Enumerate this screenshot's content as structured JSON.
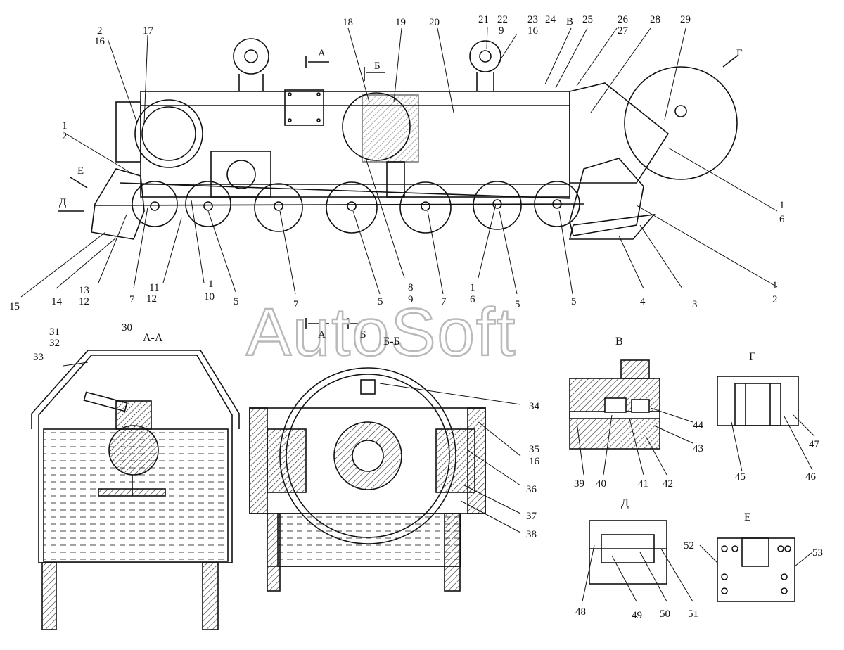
{
  "watermark": "AutoSoft",
  "views": {
    "aa": "А-А",
    "bb": "Б-Б",
    "v": "В",
    "g": "Г",
    "d": "Д",
    "e": "Е"
  },
  "section_marks": {
    "a": "А",
    "b": "Б",
    "v": "В",
    "g": "Г",
    "d": "Д",
    "e": "Е"
  },
  "callouts": [
    "1",
    "2",
    "3",
    "4",
    "5",
    "6",
    "7",
    "8",
    "9",
    "10",
    "11",
    "12",
    "13",
    "14",
    "15",
    "16",
    "17",
    "18",
    "19",
    "20",
    "21",
    "22",
    "23",
    "24",
    "25",
    "26",
    "27",
    "28",
    "29",
    "30",
    "31",
    "32",
    "33",
    "34",
    "35",
    "36",
    "37",
    "38",
    "39",
    "40",
    "41",
    "42",
    "43",
    "44",
    "45",
    "46",
    "47",
    "48",
    "49",
    "50",
    "51",
    "52",
    "53"
  ]
}
